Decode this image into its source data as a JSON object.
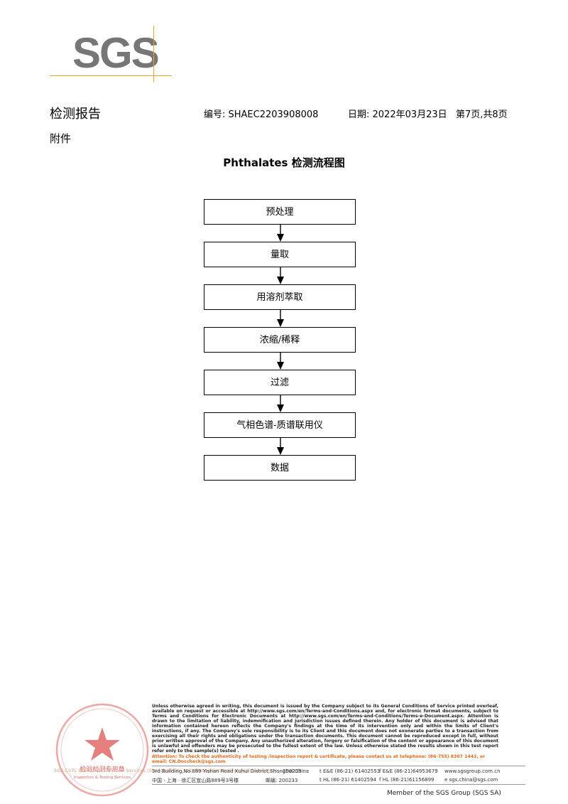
{
  "logo": {
    "text": "SGS"
  },
  "header": {
    "title": "检测报告",
    "report_no": "编号: SHAEC2203908008",
    "date": "日期: 2022年03月23日",
    "page": "第7页,共8页"
  },
  "annex": "附件",
  "flowchart": {
    "title": "Phthalates 检测流程图",
    "steps": [
      "预处理",
      "量取",
      "用溶剂萃取",
      "浓缩/稀释",
      "过滤",
      "气相色谱-质谱联用仪",
      "数据"
    ]
  },
  "seal": {
    "name": "检验检测专用章",
    "en": "Inspection & Testing Services"
  },
  "footer": {
    "disclaimer": "Unless otherwise agreed in writing, this document is issued by the Company subject to its General Conditions of Service printed overleaf, available on request or accessible at http://www.sgs.com/en/Terms-and-Conditions.aspx and, for electronic format documents, subject to Terms and Conditions for Electronic Documents at http://www.sgs.com/en/Terms-and-Conditions/Terms-e-Document.aspx. Attention is drawn to the limitation of liability, indemnification and jurisdiction issues defined therein. Any holder of this document is advised that information contained hereon reflects the Company's findings at the time of its intervention only and within the limits of Client's instructions, if any. The Company's sole responsibility is to its Client and this document does not exonerate parties to a transaction from exercising all their rights and obligations under the transaction documents. This document cannot be reproduced except in full, without prior written approval of the Company. Any unauthorized alteration, forgery or falsification of the content or appearance of this document is unlawful and offenders may be prosecuted to the fullest extent of the law. Unless otherwise stated the results shown in this test report refer only to the sample(s) tested .",
    "attention": "Attention: To check the authenticity of testing /inspection report & certificate, please contact us at telephone: (86-755) 8307 1443, or email: CN.Doccheck@sgs.com",
    "address_en": "3rd Building,No.889 Yishan Road Xuhui District,Shanghai China",
    "postcode_en": "200233",
    "tel_en": "t E&E (86-21) 61402553",
    "fax_en": "f E&E (86-21)64953679",
    "web": "www.sgsgroup.com.cn",
    "address_cn": "中国 · 上海 · 徐汇区宜山路889号3号楼",
    "postcode_cn": "邮编: 200233",
    "tel_cn": "t HL (86-21) 61402594",
    "fax_cn": "f HL (86-21)61156899",
    "email": "e sgs.china@sgs.com",
    "testing_center": "SGS-CSTC Standards Technical Services (Shanghai) Co., Ltd. Testing Center-Chemical Laboratory",
    "member": "Member of the SGS Group (SGS SA)"
  }
}
